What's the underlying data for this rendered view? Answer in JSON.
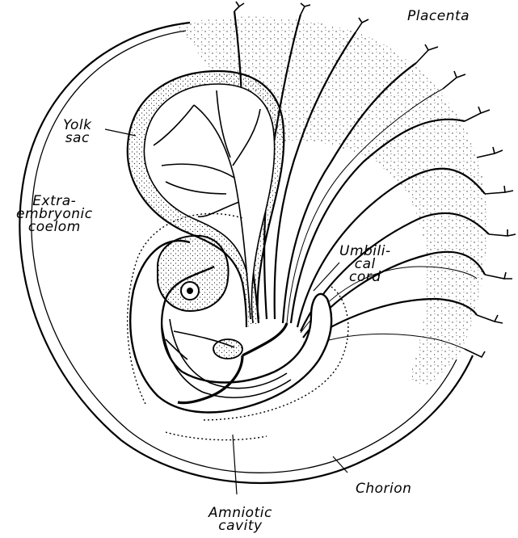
{
  "labels": {
    "placenta": "Placenta",
    "yolk_sac": "Yolk\nsac",
    "extraembryonic_coelom": "Extra-\nembryonic\ncoelom",
    "umbilical_cord": "Umbili-\ncal\ncord",
    "chorion": "Chorion",
    "amniotic_cavity": "Amniotic\ncavity"
  }
}
